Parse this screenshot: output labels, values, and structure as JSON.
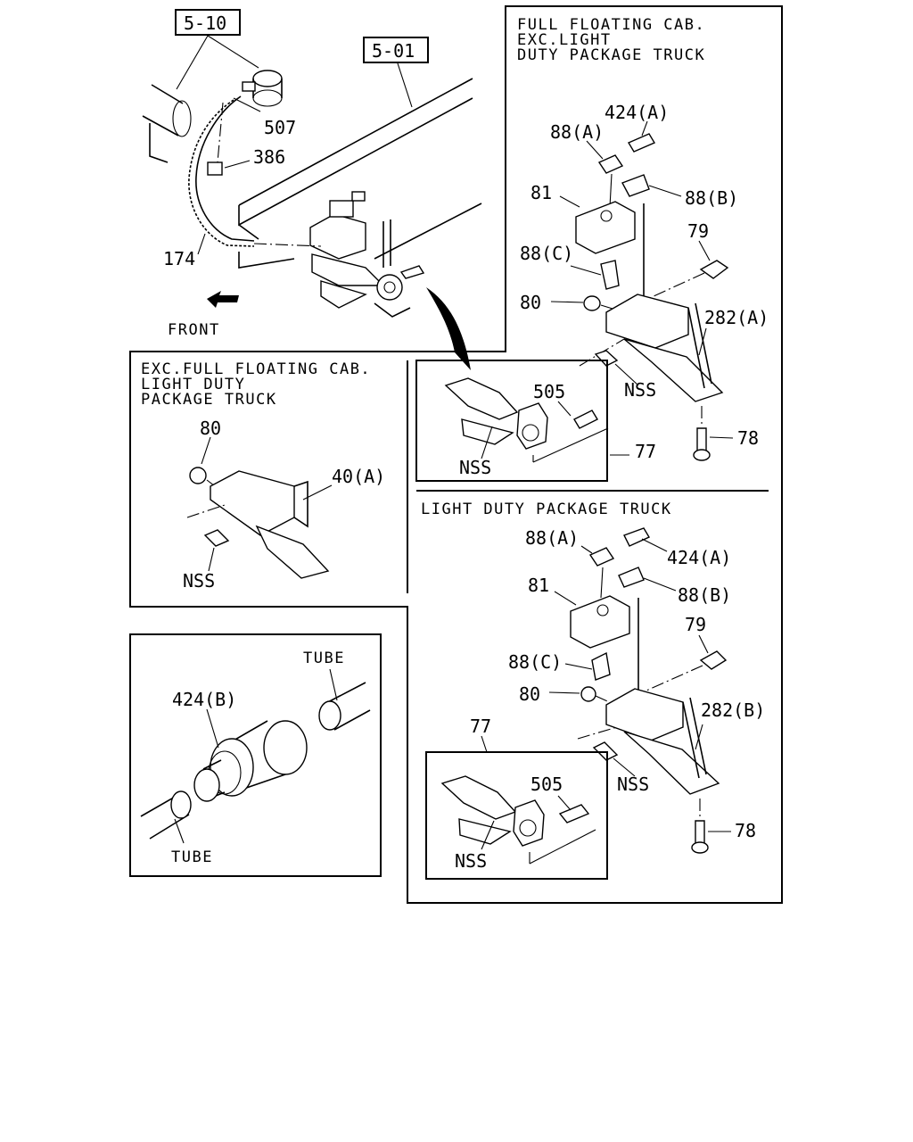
{
  "refs": {
    "r510": "5-10",
    "r501": "5-01"
  },
  "main": {
    "p507": "507",
    "p386": "386",
    "p174": "174",
    "front": "FRONT"
  },
  "full_floating": {
    "caption": [
      "FULL FLOATING CAB.",
      "EXC.LIGHT",
      "DUTY PACKAGE TRUCK"
    ],
    "p424a": "424(A)",
    "p88a": "88(A)",
    "p81": "81",
    "p88b": "88(B)",
    "p79": "79",
    "p88c": "88(C)",
    "p80": "80",
    "p282a": "282(A)",
    "nss1": "NSS",
    "p505": "505",
    "nss2": "NSS",
    "p77": "77",
    "p78": "78"
  },
  "exc_full": {
    "caption": [
      "EXC.FULL FLOATING CAB.",
      "LIGHT DUTY",
      "PACKAGE TRUCK"
    ],
    "p80": "80",
    "p40a": "40(A)",
    "nss": "NSS"
  },
  "tube_detail": {
    "tube_top": "TUBE",
    "p424b": "424(B)",
    "tube_bottom": "TUBE"
  },
  "light_duty": {
    "caption": "LIGHT DUTY PACKAGE TRUCK",
    "p88a": "88(A)",
    "p424a": "424(A)",
    "p81": "81",
    "p88b": "88(B)",
    "p79": "79",
    "p88c": "88(C)",
    "p80": "80",
    "p282b": "282(B)",
    "p77": "77",
    "p505": "505",
    "nss1": "NSS",
    "nss2": "NSS",
    "p78": "78"
  },
  "icons": [
    "front-arrow-icon",
    "curved-arrow-icon"
  ]
}
